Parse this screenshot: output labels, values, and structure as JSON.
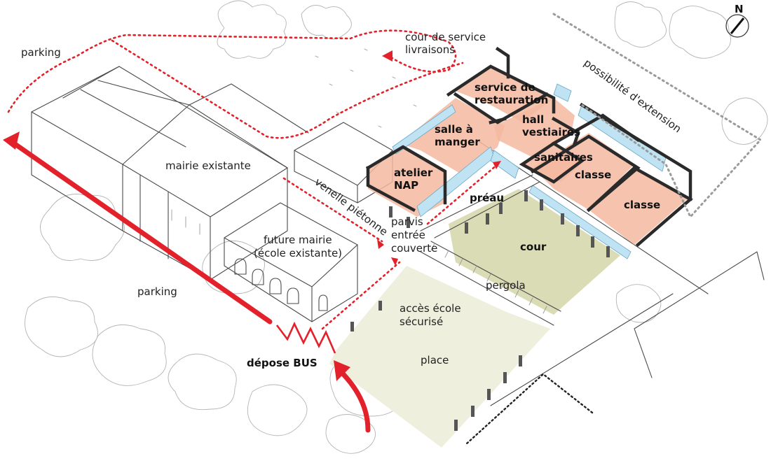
{
  "labels": {
    "parking_top": "parking",
    "parking_left": "parking",
    "cour_service": "cour de service",
    "livraisons": "livraisons",
    "possibilite_extension": "possibilité d'extension",
    "service_restauration_1": "service de",
    "service_restauration_2": "restauration",
    "hall": "hall",
    "vestiaires": "vestiaires",
    "salle_manger_1": "salle à",
    "salle_manger_2": "manger",
    "sanitaires": "sanitaires",
    "classe_1": "classe",
    "classe_2": "classe",
    "atelier": "atelier",
    "nap": "NAP",
    "preau": "préau",
    "mairie_existante": "mairie existante",
    "venelle_pietonne": "venelle piétonne",
    "parvis": "parvis",
    "entree": "entrée",
    "couverte": "couverte",
    "future_mairie": "future mairie",
    "ecole_existante": "(école existante)",
    "cour": "cour",
    "pergola": "pergola",
    "acces_ecole": "accès école",
    "securise": "sécurisé",
    "place": "place",
    "depose_bus": "dépose BUS",
    "north": "N"
  },
  "colors": {
    "room_fill": "#f3b9a0",
    "cour_fill": "#d9dcb4",
    "place_fill": "#eef0dd",
    "glass_fill": "#bfe3f2",
    "route_red": "#e3212b",
    "wall_black": "#2a2a2a"
  },
  "icons": {
    "north_arrow": "compass-north-icon"
  }
}
